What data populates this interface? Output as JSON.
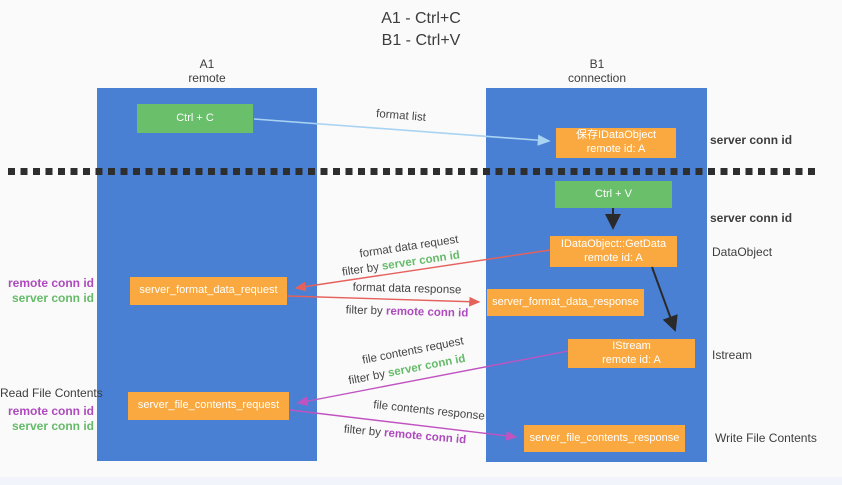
{
  "title": {
    "line1": "A1 - Ctrl+C",
    "line2": "B1 - Ctrl+V"
  },
  "lifelines": {
    "a1": {
      "name": "A1",
      "role": "remote"
    },
    "b1": {
      "name": "B1",
      "role": "connection"
    }
  },
  "nodes": {
    "ctrl_c": {
      "label": "Ctrl + C"
    },
    "save_dataobject": {
      "line1": "保存IDataObject",
      "line2": "remote id: A"
    },
    "ctrl_v": {
      "label": "Ctrl + V"
    },
    "getdata": {
      "line1": "IDataObject::GetData",
      "line2": "remote id: A"
    },
    "server_format_data_request": {
      "label": "server_format_data_request"
    },
    "server_format_data_response": {
      "label": "server_format_data_response"
    },
    "istream": {
      "line1": "IStream",
      "line2": "remote id: A"
    },
    "server_file_contents_request": {
      "label": "server_file_contents_request"
    },
    "server_file_contents_response": {
      "label": "server_file_contents_response"
    }
  },
  "arrows": {
    "format_list": {
      "label": "format list"
    },
    "format_data_request": {
      "label": "format data request",
      "filter_prefix": "filter by ",
      "filter_key": "server conn id"
    },
    "format_data_response": {
      "label": "format data response",
      "filter_prefix": "filter by ",
      "filter_key": "remote conn id"
    },
    "file_contents_request": {
      "label": "file contents request",
      "filter_prefix": "filter by ",
      "filter_key": "server conn id"
    },
    "file_contents_response": {
      "label": "file contents response",
      "filter_prefix": "filter by ",
      "filter_key": "remote conn id"
    }
  },
  "annotations": {
    "left": {
      "format_remote_conn_id": "remote conn id",
      "format_server_conn_id": "server conn id",
      "read_file_contents": "Read File Contents",
      "file_remote_conn_id": "remote conn id",
      "file_server_conn_id": "server conn id"
    },
    "right": {
      "server_conn_id_top": "server conn id",
      "server_conn_id_mid": "server conn id",
      "dataobject": "DataObject",
      "istream": "Istream",
      "write_file_contents": "Write File Contents"
    }
  },
  "colors": {
    "lifeline_blue": "#4a80d4",
    "node_green": "#6abf6a",
    "node_orange": "#f9a93f",
    "accent_green": "#65bb6a",
    "accent_purple": "#ad4bbd",
    "arrow_red": "#e5615c",
    "arrow_magenta": "#c153c1",
    "arrow_light_blue": "#a9d3f2",
    "arrow_black": "#2a2a2a"
  }
}
